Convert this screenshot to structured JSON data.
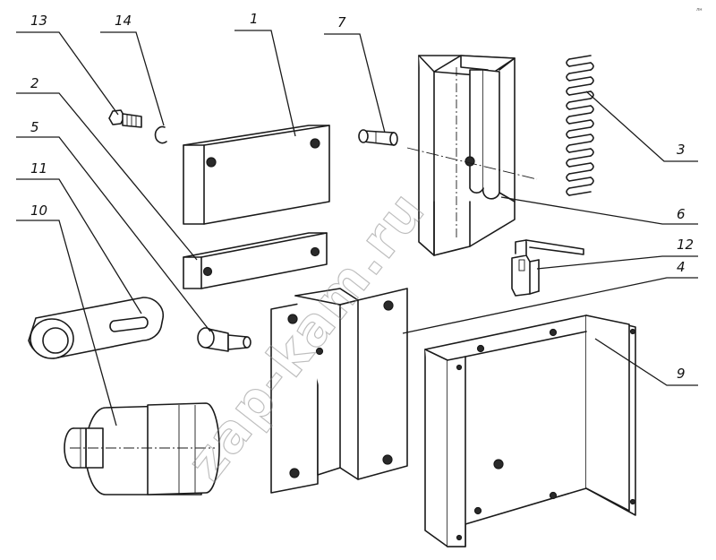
{
  "callouts": {
    "n1": "1",
    "n2": "2",
    "n3": "3",
    "n4": "4",
    "n5": "5",
    "n6": "6",
    "n7": "7",
    "n9": "9",
    "n10": "10",
    "n11": "11",
    "n12": "12",
    "n13": "13",
    "n14": "14"
  },
  "watermark": "zap-kam.ru",
  "corner_mark": "лн"
}
